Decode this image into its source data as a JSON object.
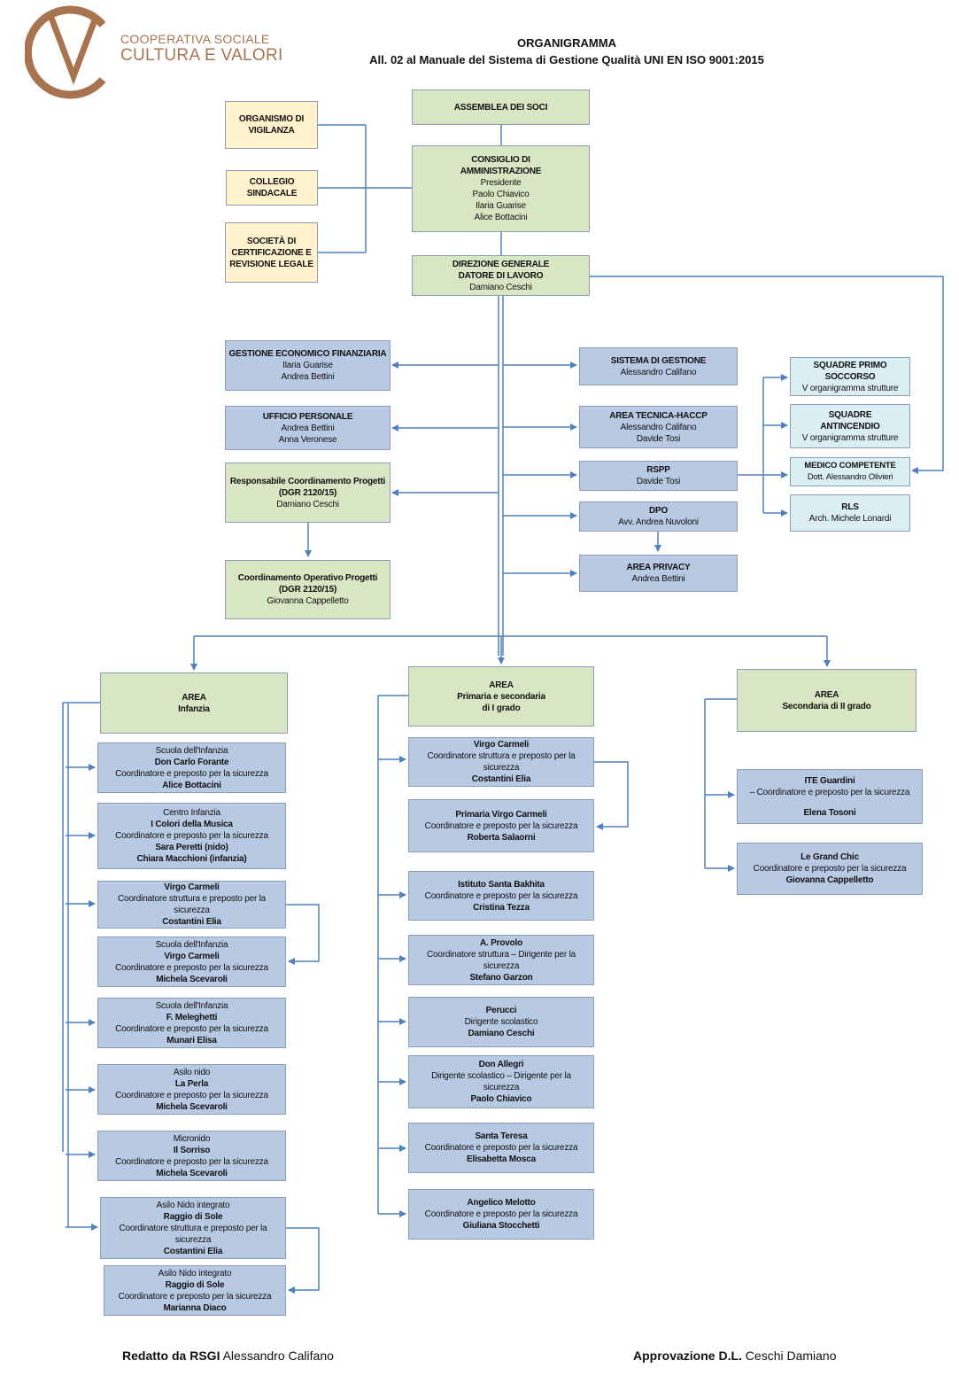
{
  "logo": {
    "line1": "COOPERATIVA SOCIALE",
    "line2": "CULTURA E VALORI",
    "brand_color": "#a8734f"
  },
  "header": {
    "title": "ORGANIGRAMMA",
    "subtitle": "All. 02 al Manuale del Sistema di Gestione Qualità UNI EN ISO 9001:2015"
  },
  "colors": {
    "green_box": "#d9e6c4",
    "yellow_box": "#fff2cc",
    "blue_box": "#b8c9e3",
    "light_blue_box": "#daeef3",
    "connector": "#4f81bd"
  },
  "top": {
    "assemblea": "ASSEMBLEA DEI SOCI",
    "cda": {
      "title": "CONSIGLIO DI AMMINISTRAZIONE",
      "role": "Presidente",
      "members": [
        "Paolo Chiavico",
        "Ilaria Guarise",
        "Alice Bottacini"
      ]
    },
    "direzione": {
      "title1": "DIREZIONE GENERALE",
      "title2": "DATORE DI LAVORO",
      "name": "Damiano Ceschi"
    },
    "organismo": "ORGANISMO DI VIGILANZA",
    "collegio": "COLLEGIO SINDACALE",
    "societa": "SOCIETÀ DI CERTIFICAZIONE E REVISIONE LEGALE"
  },
  "staff_left": {
    "gestione": {
      "title": "GESTIONE ECONOMICO FINANZIARIA",
      "names": [
        "Ilaria Guarise",
        "Andrea Bettini"
      ]
    },
    "personale": {
      "title": "UFFICIO PERSONALE",
      "names": [
        "Andrea Bettini",
        "Anna Veronese"
      ]
    },
    "resp_coord": {
      "title": "Responsabile Coordinamento Progetti (DGR 2120/15)",
      "name": "Damiano Ceschi"
    },
    "coord_op": {
      "title": "Coordinamento Operativo Progetti (DGR 2120/15)",
      "name": "Giovanna Cappelletto"
    }
  },
  "staff_right": {
    "sistema": {
      "title": "SISTEMA DI GESTIONE",
      "name": "Alessandro Califano"
    },
    "haccp": {
      "title": "AREA TECNICA-HACCP",
      "names": [
        "Alessandro Califano",
        "Davide Tosi"
      ]
    },
    "rspp": {
      "title": "RSPP",
      "name": "Davide Tosi"
    },
    "dpo": {
      "title": "DPO",
      "name": "Avv. Andrea Nuvoloni"
    },
    "privacy": {
      "title": "AREA PRIVACY",
      "name": "Andrea Bettini"
    }
  },
  "safety": {
    "primo_soccorso": {
      "title": "SQUADRE PRIMO SOCCORSO",
      "note": "V organigramma strutture"
    },
    "antincendio": {
      "title": "SQUADRE ANTINCENDIO",
      "note": "V organigramma strutture"
    },
    "medico": {
      "title": "MEDICO COMPETENTE",
      "name": "Dott. Alessandro Olivieri"
    },
    "rls": {
      "title": "RLS",
      "name": "Arch. Michele Lonardi"
    }
  },
  "areas": {
    "infanzia": {
      "title": "AREA",
      "subtitle": "Infanzia"
    },
    "primaria": {
      "title": "AREA",
      "subtitle": "Primaria e secondaria di I grado"
    },
    "secondaria": {
      "title": "AREA",
      "subtitle": "Secondaria di II grado"
    }
  },
  "infanzia_units": [
    {
      "type": "Scuola dell'Infanzia",
      "name": "Don Carlo Forante",
      "role": "Coordinatore e preposto per la sicurezza",
      "people": [
        "Alice Bottacini"
      ]
    },
    {
      "type": "Centro Infanzia",
      "name": "I Colori della Musica",
      "role": "Coordinatore e preposto per la sicurezza",
      "people": [
        "Sara Peretti (nido)",
        "Chiara Macchioni (infanzia)"
      ]
    },
    {
      "type": "",
      "name": "Virgo Carmeli",
      "role": "Coordinatore struttura e preposto per la sicurezza",
      "people": [
        "Costantini Elia"
      ]
    },
    {
      "type": "Scuola dell'Infanzia",
      "name": "Virgo Carmeli",
      "role": "Coordinatore e preposto per la sicurezza",
      "people": [
        "Michela Scevaroli"
      ]
    },
    {
      "type": "Scuola dell'Infanzia",
      "name": "F. Meleghetti",
      "role": "Coordinatore e preposto per la sicurezza",
      "people": [
        "Munari Elisa"
      ]
    },
    {
      "type": "Asilo nido",
      "name": "La Perla",
      "role": "Coordinatore e preposto per la sicurezza",
      "people": [
        "Michela Scevaroli"
      ]
    },
    {
      "type": "Micronido",
      "name": "Il Sorriso",
      "role": "Coordinatore e preposto per la sicurezza",
      "people": [
        "Michela Scevaroli"
      ]
    },
    {
      "type": "Asilo Nido integrato",
      "name": "Raggio di Sole",
      "role": "Coordinatore struttura e preposto per la sicurezza",
      "people": [
        "Costantini Elia"
      ]
    },
    {
      "type": "Asilo Nido integrato",
      "name": "Raggio di Sole",
      "role": "Coordinatore e preposto per la sicurezza",
      "people": [
        "Marianna Diaco"
      ]
    }
  ],
  "primaria_units": [
    {
      "type": "",
      "name": "Virgo Carmeli",
      "role": "Coordinatore struttura e preposto per la sicurezza",
      "people": [
        "Costantini Elia"
      ]
    },
    {
      "type": "",
      "name": "Primaria Virgo Carmeli",
      "role": "Coordinatore e preposto per la sicurezza",
      "people": [
        "Roberta Salaorni"
      ]
    },
    {
      "type": "",
      "name": "Istituto Santa Bakhita",
      "role": "Coordinatore e preposto per la sicurezza",
      "people": [
        "Cristina Tezza"
      ]
    },
    {
      "type": "",
      "name": "A. Provolo",
      "role": "Coordinatore struttura – Dirigente per la sicurezza",
      "people": [
        "Stefano Garzon"
      ]
    },
    {
      "type": "",
      "name": "Perucci",
      "role": "Dirigente scolastico",
      "people": [
        "Damiano Ceschi"
      ]
    },
    {
      "type": "",
      "name": "Don Allegri",
      "role": "Dirigente scolastico – Dirigente per la sicurezza",
      "people": [
        "Paolo Chiavico"
      ]
    },
    {
      "type": "",
      "name": "Santa Teresa",
      "role": "Coordinatore e preposto per la sicurezza",
      "people": [
        "Elisabetta Mosca"
      ]
    },
    {
      "type": "",
      "name": "Angelico Melotto",
      "role": "Coordinatore e preposto per la sicurezza",
      "people": [
        "Giuliana Stocchetti"
      ]
    }
  ],
  "secondaria_units": [
    {
      "type": "",
      "name": "ITE Guardini",
      "role": "– Coordinatore e preposto per la sicurezza",
      "people": [
        "Elena Tosoni"
      ]
    },
    {
      "type": "",
      "name": "Le Grand Chic",
      "role": "Coordinatore e preposto per la sicurezza",
      "people": [
        "Giovanna Cappelletto"
      ]
    }
  ],
  "footer": {
    "left_label": "Redatto da RSGI",
    "left_name": "Alessandro Califano",
    "right_label": "Approvazione D.L.",
    "right_name": "Ceschi Damiano"
  }
}
